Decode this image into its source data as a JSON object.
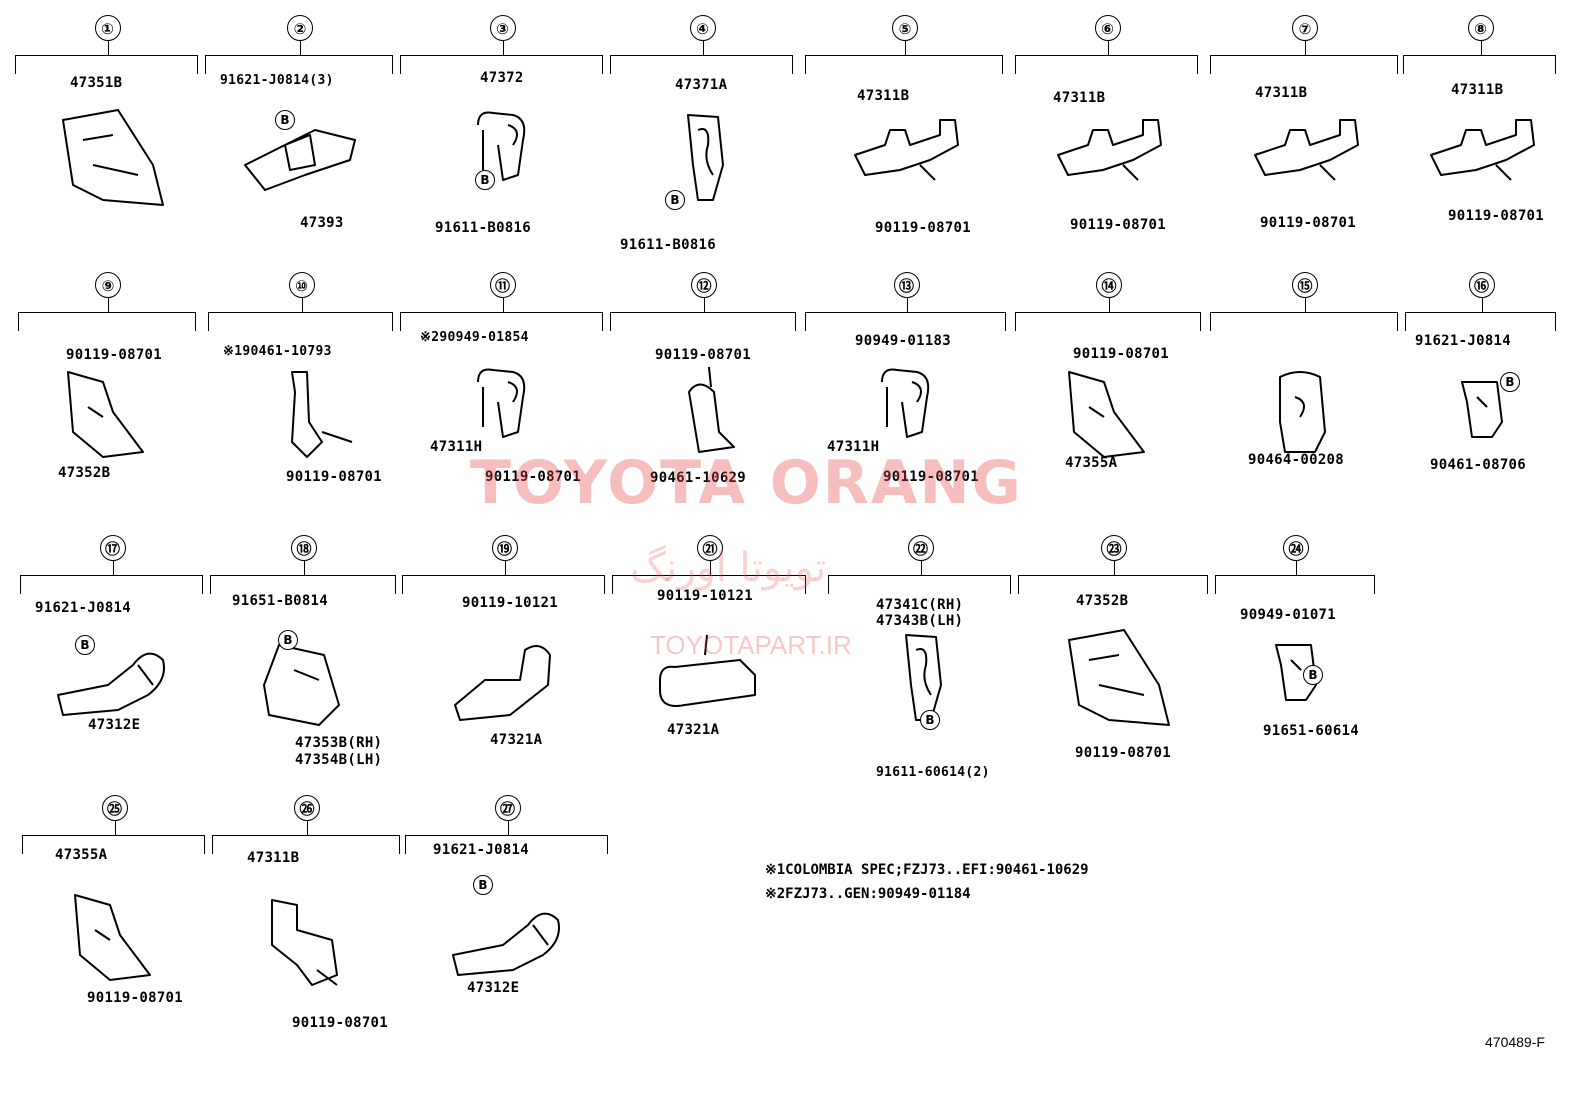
{
  "parts": [
    {
      "num": "①",
      "labels": [
        "47351B"
      ]
    },
    {
      "num": "②",
      "labels": [
        "91621-J0814(3)",
        "47393"
      ],
      "badge": "B"
    },
    {
      "num": "③",
      "labels": [
        "47372",
        "91611-B0816"
      ],
      "badge": "B"
    },
    {
      "num": "④",
      "labels": [
        "47371A",
        "91611-B0816"
      ],
      "badge": "B"
    },
    {
      "num": "⑤",
      "labels": [
        "47311B",
        "90119-08701"
      ]
    },
    {
      "num": "⑥",
      "labels": [
        "47311B",
        "90119-08701"
      ]
    },
    {
      "num": "⑦",
      "labels": [
        "47311B",
        "90119-08701"
      ]
    },
    {
      "num": "⑧",
      "labels": [
        "47311B",
        "90119-08701"
      ]
    },
    {
      "num": "⑨",
      "labels": [
        "90119-08701",
        "47352B"
      ]
    },
    {
      "num": "⑩",
      "labels": [
        "※190461-10793",
        "90119-08701"
      ]
    },
    {
      "num": "⑪",
      "labels": [
        "※290949-01854",
        "47311H",
        "90119-08701"
      ]
    },
    {
      "num": "⑫",
      "labels": [
        "90119-08701",
        "90461-10629"
      ]
    },
    {
      "num": "⑬",
      "labels": [
        "90949-01183",
        "47311H",
        "90119-08701"
      ]
    },
    {
      "num": "⑭",
      "labels": [
        "90119-08701",
        "47355A"
      ]
    },
    {
      "num": "⑮",
      "labels": [
        "90464-00208"
      ]
    },
    {
      "num": "⑯",
      "labels": [
        "91621-J0814",
        "90461-08706"
      ],
      "badge": "B"
    },
    {
      "num": "⑰",
      "labels": [
        "91621-J0814",
        "47312E"
      ],
      "badge": "B"
    },
    {
      "num": "⑱",
      "labels": [
        "91651-B0814",
        "47353B(RH)",
        "47354B(LH)"
      ],
      "badge": "B"
    },
    {
      "num": "⑲",
      "labels": [
        "90119-10121",
        "47321A"
      ]
    },
    {
      "num": "㉑",
      "labels": [
        "90119-10121",
        "47321A"
      ]
    },
    {
      "num": "㉒",
      "labels": [
        "47341C(RH)",
        "47343B(LH)",
        "91611-60614(2)"
      ],
      "badge": "B"
    },
    {
      "num": "㉓",
      "labels": [
        "47352B",
        "90119-08701"
      ]
    },
    {
      "num": "㉔",
      "labels": [
        "90949-01071",
        "91651-60614"
      ],
      "badge": "B"
    },
    {
      "num": "㉕",
      "labels": [
        "47355A",
        "90119-08701"
      ]
    },
    {
      "num": "㉖",
      "labels": [
        "47311B",
        "90119-08701"
      ]
    },
    {
      "num": "㉗",
      "labels": [
        "91621-J0814",
        "47312E"
      ],
      "badge": "B"
    }
  ],
  "notes": [
    "※1COLOMBIA SPEC;FZJ73..EFI:90461-10629",
    "※2FZJ73..GEN:90949-01184"
  ],
  "figure_code": "470489-F",
  "watermark": {
    "en": "TOYOTA ORANG",
    "fa": "تویوتا اورنگ",
    "site": "TOYOTAPART.IR"
  }
}
